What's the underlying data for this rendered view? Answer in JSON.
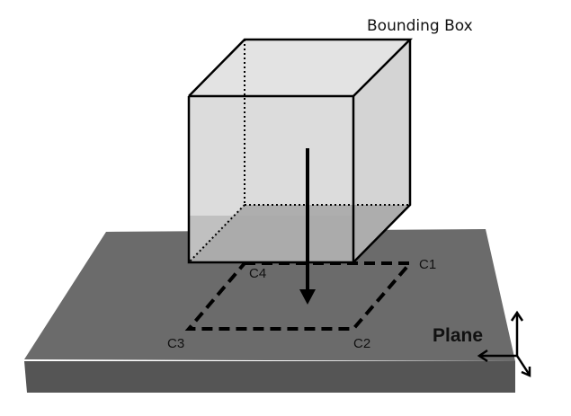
{
  "labels": {
    "bounding_box": "Bounding Box",
    "plane": "Plane",
    "corners": {
      "c1": "C1",
      "c2": "C2",
      "c3": "C3",
      "c4": "C4"
    }
  },
  "colors": {
    "plane_fill": "#6b6b6b",
    "box_face_light": "#dcdcdc",
    "box_face_dark": "#a6a6a6",
    "stroke": "#000000",
    "background": "#ffffff"
  },
  "icons": {
    "projection_arrow": "down-arrow-icon",
    "axes": "axis-triad-icon"
  }
}
